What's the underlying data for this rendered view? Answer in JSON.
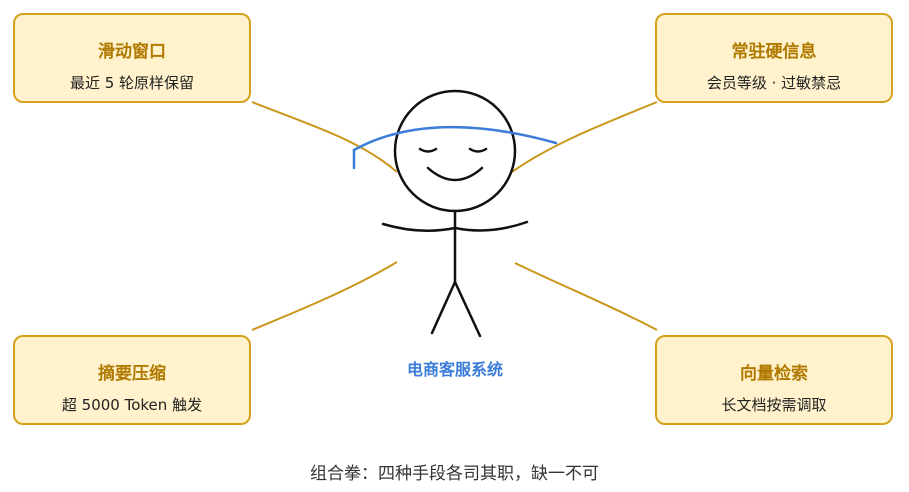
{
  "cards": [
    {
      "id": "card-tl",
      "title": "滑动窗口",
      "desc": "最近 5 轮原样保留"
    },
    {
      "id": "card-tr",
      "title": "常驻硬信息",
      "desc": "会员等级 · 过敏禁忌"
    },
    {
      "id": "card-bl",
      "title": "摘要压缩",
      "desc": "超 5000 Token 触发"
    },
    {
      "id": "card-br",
      "title": "向量检索",
      "desc": "长文档按需调取"
    }
  ],
  "center_label": "电商客服系统",
  "caption": "组合拳：四种手段各司其职，缺一不可",
  "colors": {
    "card_fill": "#fff2cc",
    "card_border": "#d6a11f",
    "card_title": "#b07a00",
    "connector": "#c9961a",
    "halo": "#3b7dd8",
    "figure": "#111111",
    "center_label": "#3b7dd8"
  }
}
